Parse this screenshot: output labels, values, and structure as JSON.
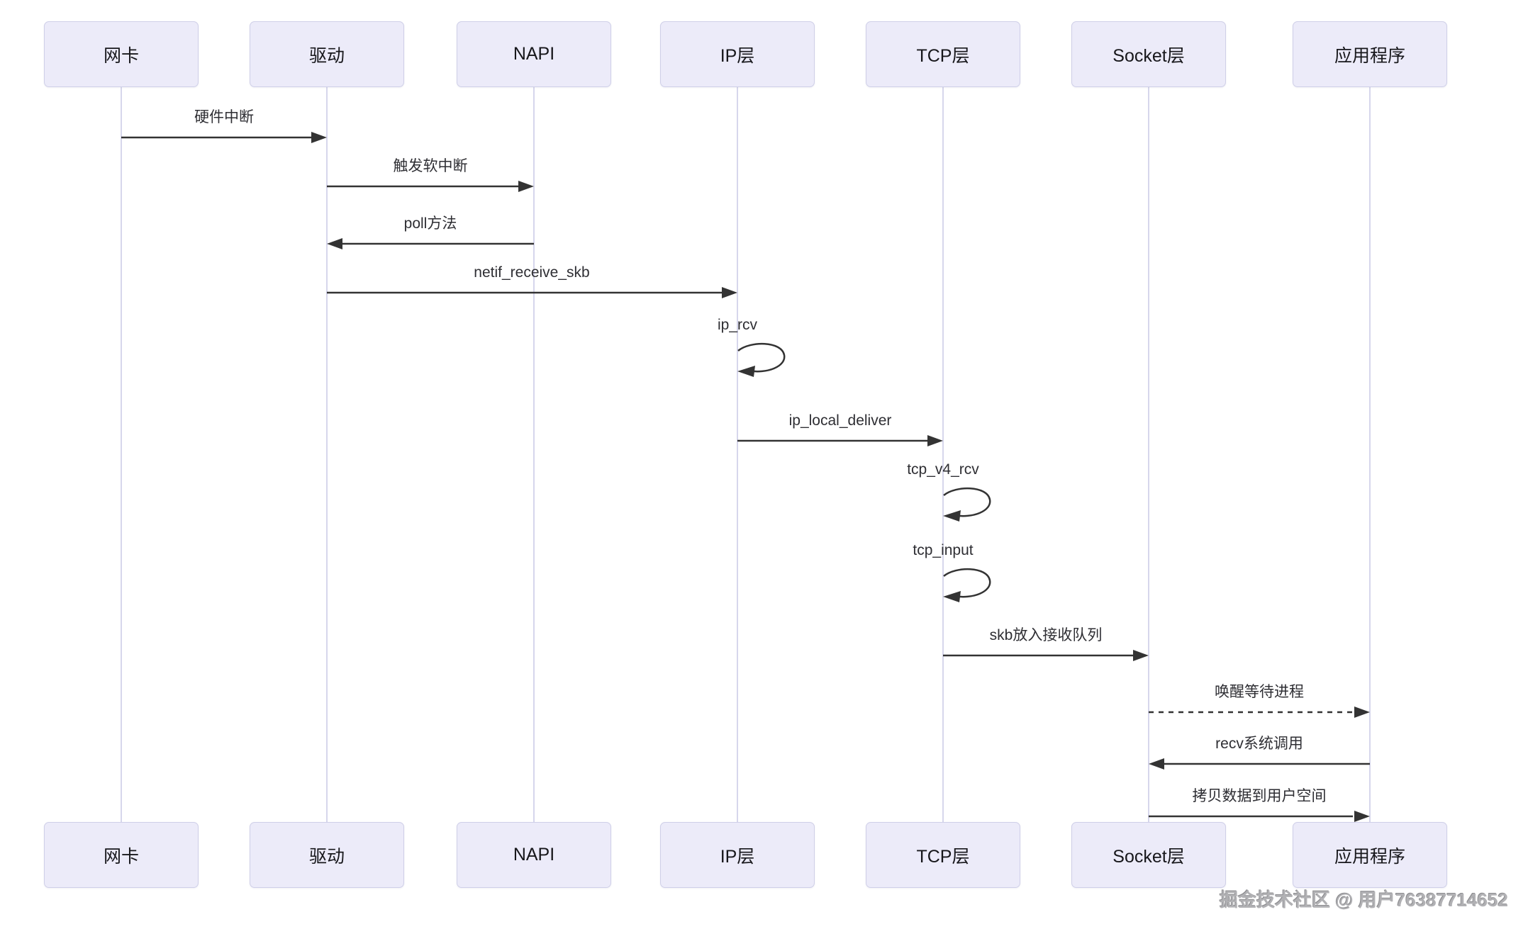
{
  "diagram": {
    "type": "sequence-diagram",
    "actors": [
      {
        "id": "nic",
        "label": "网卡"
      },
      {
        "id": "driver",
        "label": "驱动"
      },
      {
        "id": "napi",
        "label": "NAPI"
      },
      {
        "id": "ip",
        "label": "IP层"
      },
      {
        "id": "tcp",
        "label": "TCP层"
      },
      {
        "id": "socket",
        "label": "Socket层"
      },
      {
        "id": "app",
        "label": "应用程序"
      }
    ],
    "messages": [
      {
        "from": "网卡",
        "to": "驱动",
        "label": "硬件中断",
        "line": "solid",
        "kind": "arrow"
      },
      {
        "from": "驱动",
        "to": "NAPI",
        "label": "触发软中断",
        "line": "solid",
        "kind": "arrow"
      },
      {
        "from": "NAPI",
        "to": "驱动",
        "label": "poll方法",
        "line": "solid",
        "kind": "arrow"
      },
      {
        "from": "驱动",
        "to": "IP层",
        "label": "netif_receive_skb",
        "line": "solid",
        "kind": "arrow"
      },
      {
        "from": "IP层",
        "to": "IP层",
        "label": "ip_rcv",
        "line": "solid",
        "kind": "self-loop"
      },
      {
        "from": "IP层",
        "to": "TCP层",
        "label": "ip_local_deliver",
        "line": "solid",
        "kind": "arrow"
      },
      {
        "from": "TCP层",
        "to": "TCP层",
        "label": "tcp_v4_rcv",
        "line": "solid",
        "kind": "self-loop"
      },
      {
        "from": "TCP层",
        "to": "TCP层",
        "label": "tcp_input",
        "line": "solid",
        "kind": "self-loop"
      },
      {
        "from": "TCP层",
        "to": "Socket层",
        "label": "skb放入接收队列",
        "line": "solid",
        "kind": "arrow"
      },
      {
        "from": "Socket层",
        "to": "应用程序",
        "label": "唤醒等待进程",
        "line": "dashed",
        "kind": "arrow"
      },
      {
        "from": "应用程序",
        "to": "Socket层",
        "label": "recv系统调用",
        "line": "solid",
        "kind": "arrow"
      },
      {
        "from": "Socket层",
        "to": "应用程序",
        "label": "拷贝数据到用户空间",
        "line": "solid",
        "kind": "arrow"
      }
    ]
  },
  "watermark": "掘金技术社区 @ 用户76387714652",
  "colors": {
    "background": "#ffffff",
    "actor_fill": "#ecebf9",
    "actor_border": "#cfcfe8",
    "lifeline": "#c9c9e6",
    "message_line": "#333333",
    "label_text": "#2e2e33",
    "watermark_text": "#b1b1b4"
  }
}
